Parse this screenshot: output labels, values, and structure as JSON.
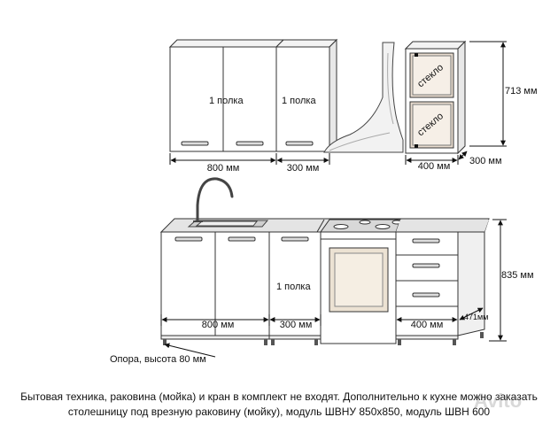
{
  "upper": {
    "shelf1": "1 полка",
    "shelf2": "1 полка",
    "glass1": "стекло",
    "glass2": "стекло",
    "dim_800": "800 мм",
    "dim_300": "300 мм",
    "dim_400": "400 мм",
    "dim_depth": "300 мм",
    "dim_height": "713 мм"
  },
  "lower": {
    "shelf": "1 полка",
    "dim_800": "800 мм",
    "dim_300": "300 мм",
    "dim_400": "400 мм",
    "dim_depth": "471мм",
    "dim_height": "835 мм",
    "support_note": "Опора, высота 80 мм"
  },
  "caption": {
    "line1": "Бытовая техника, раковина (мойка) и кран в комплект не входят. Дополнительно к кухне можно заказать",
    "line2": "столешницу под врезную раковину (мойку), модуль ШВНУ 850х850, модуль ШВН 600"
  },
  "watermark": "Avito"
}
